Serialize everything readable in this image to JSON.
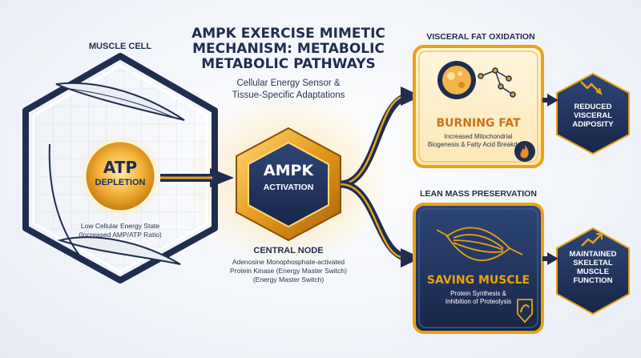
{
  "title": {
    "line1": "AMPK EXERCISE MIMETIC",
    "line2": "MECHANISM: METABOLIC",
    "line3": "METABOLIC PATHWAYS",
    "subtitle1": "Cellular Energy Sensor &",
    "subtitle2": "Tissue-Specific Adaptations"
  },
  "muscle_cell": {
    "label": "MUSCLE CELL",
    "atp_line1": "ATP",
    "atp_line2": "DEPLETION",
    "state_line1": "Low Cellular Energy State",
    "state_line2": "(Increased AMP/ATP Ratio)"
  },
  "ampk": {
    "line1": "AMPK",
    "line2": "ACTIVATION",
    "node_label": "CENTRAL NODE",
    "desc1": "Adenosine Monophosphate-activated",
    "desc2": "Protein Kinase (Energy Master Switch)",
    "desc3": "(Energy Master Switch)"
  },
  "visceral": {
    "label": "VISCERAL FAT OXIDATION",
    "heading": "BURNING FAT",
    "desc1": "Increased Mitochondrial",
    "desc2": "Biogenesis & Fatty Acid Breakdown",
    "outcome1": "REDUCED",
    "outcome2": "VISCERAL",
    "outcome3": "ADIPOSITY"
  },
  "lean": {
    "label": "LEAN MASS PRESERVATION",
    "heading": "SAVING MUSCLE",
    "desc1": "Protein Synthesis &",
    "desc2": "Inhibition of Proteolysis",
    "outcome1": "MAINTAINED",
    "outcome2": "SKELETAL",
    "outcome3": "MUSCLE",
    "outcome4": "FUNCTION"
  },
  "colors": {
    "navy": "#1f2d4f",
    "gold": "#e8a317",
    "fat_orange": "#c8741a"
  },
  "icons": [
    "fat-cell-icon",
    "flame-icon",
    "muscle-fiber-icon",
    "bicep-icon",
    "trend-down-icon",
    "trend-up-icon"
  ]
}
